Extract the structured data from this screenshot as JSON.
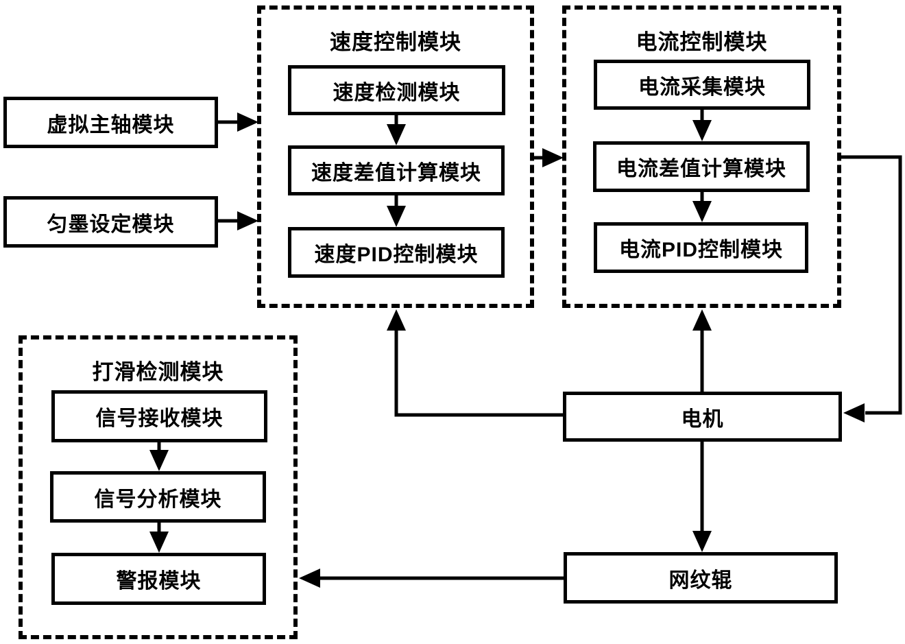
{
  "diagram": {
    "colors": {
      "line": "#000000",
      "background": "#ffffff"
    },
    "inputs": {
      "virtual_spindle": "虚拟主轴模块",
      "ink_setting": "匀墨设定模块"
    },
    "speed_module": {
      "title": "速度控制模块",
      "children": [
        "速度检测模块",
        "速度差值计算模块",
        "速度PID控制模块"
      ]
    },
    "current_module": {
      "title": "电流控制模块",
      "children": [
        "电流采集模块",
        "电流差值计算模块",
        "电流PID控制模块"
      ]
    },
    "slip_module": {
      "title": "打滑检测模块",
      "children": [
        "信号接收模块",
        "信号分析模块",
        "警报模块"
      ]
    },
    "motor": "电机",
    "anilox_roller": "网纹辊"
  }
}
